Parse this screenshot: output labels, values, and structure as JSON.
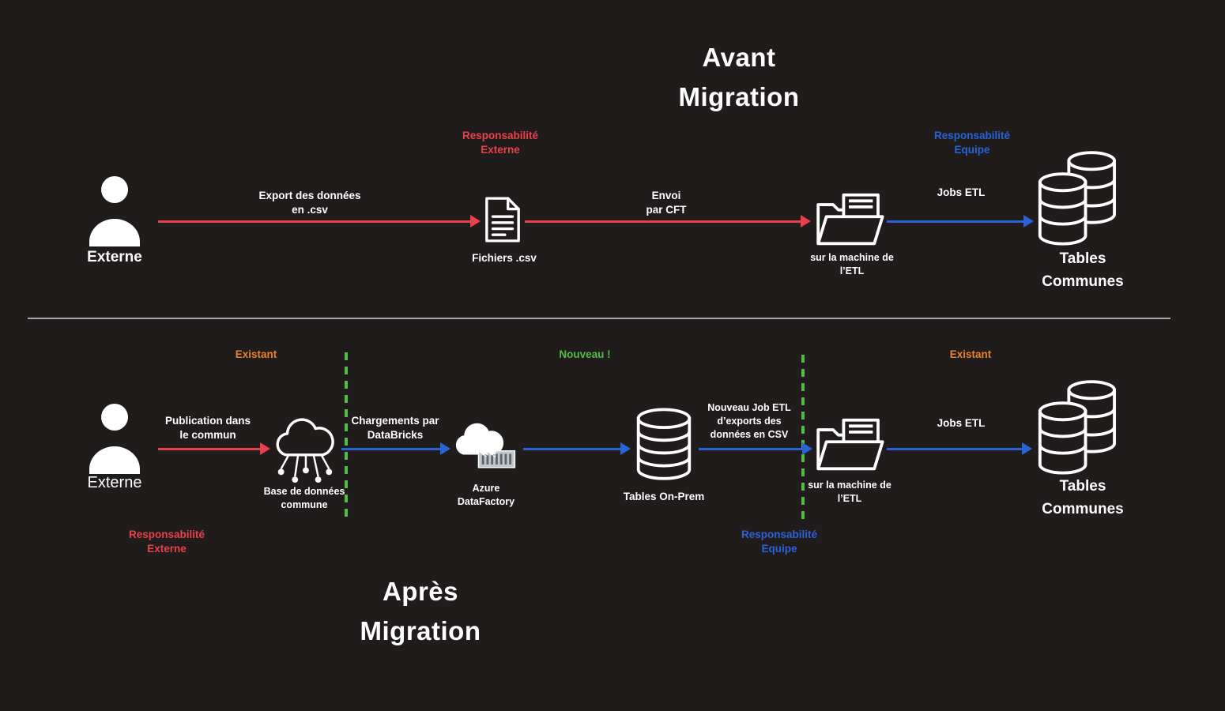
{
  "colors": {
    "bg": "#211c1c",
    "fg": "#ffffff",
    "red": "#e8414c",
    "blue": "#2a62d8",
    "green": "#55bb47",
    "orange": "#e8822d",
    "divider": "#a9a9a9"
  },
  "before": {
    "title": "Avant\nMigration",
    "responsibility_externe": "Responsabilité\nExterne",
    "responsibility_equipe": "Responsabilité\nEquipe",
    "nodes": {
      "externe": "Externe",
      "fichiers_csv": "Fichiers .csv",
      "machine_etl": "sur la machine de\nl’ETL",
      "tables_communes": "Tables\nCommunes"
    },
    "arrows": {
      "export_csv": "Export des données\nen .csv",
      "envoi_cft": "Envoi\npar CFT",
      "jobs_etl": "Jobs ETL"
    }
  },
  "after": {
    "title": "Après\nMigration",
    "annotations": {
      "existant_left": "Existant",
      "nouveau": "Nouveau !",
      "existant_right": "Existant"
    },
    "responsibility_externe": "Responsabilité\nExterne",
    "responsibility_equipe": "Responsabilité\nEquipe",
    "nodes": {
      "externe": "Externe",
      "base_donnees_commune": "Base de données\ncommune",
      "azure_datafactory": "Azure\nDataFactory",
      "tables_onprem": "Tables On-Prem",
      "machine_etl": "sur la machine de\nl’ETL",
      "tables_communes": "Tables\nCommunes"
    },
    "arrows": {
      "publication_commun": "Publication dans\nle commun",
      "chargements_databricks": "Chargements par\nDataBricks",
      "nouveau_job_etl": "Nouveau Job ETL\nd’exports des\ndonnées en CSV",
      "jobs_etl": "Jobs ETL"
    }
  }
}
